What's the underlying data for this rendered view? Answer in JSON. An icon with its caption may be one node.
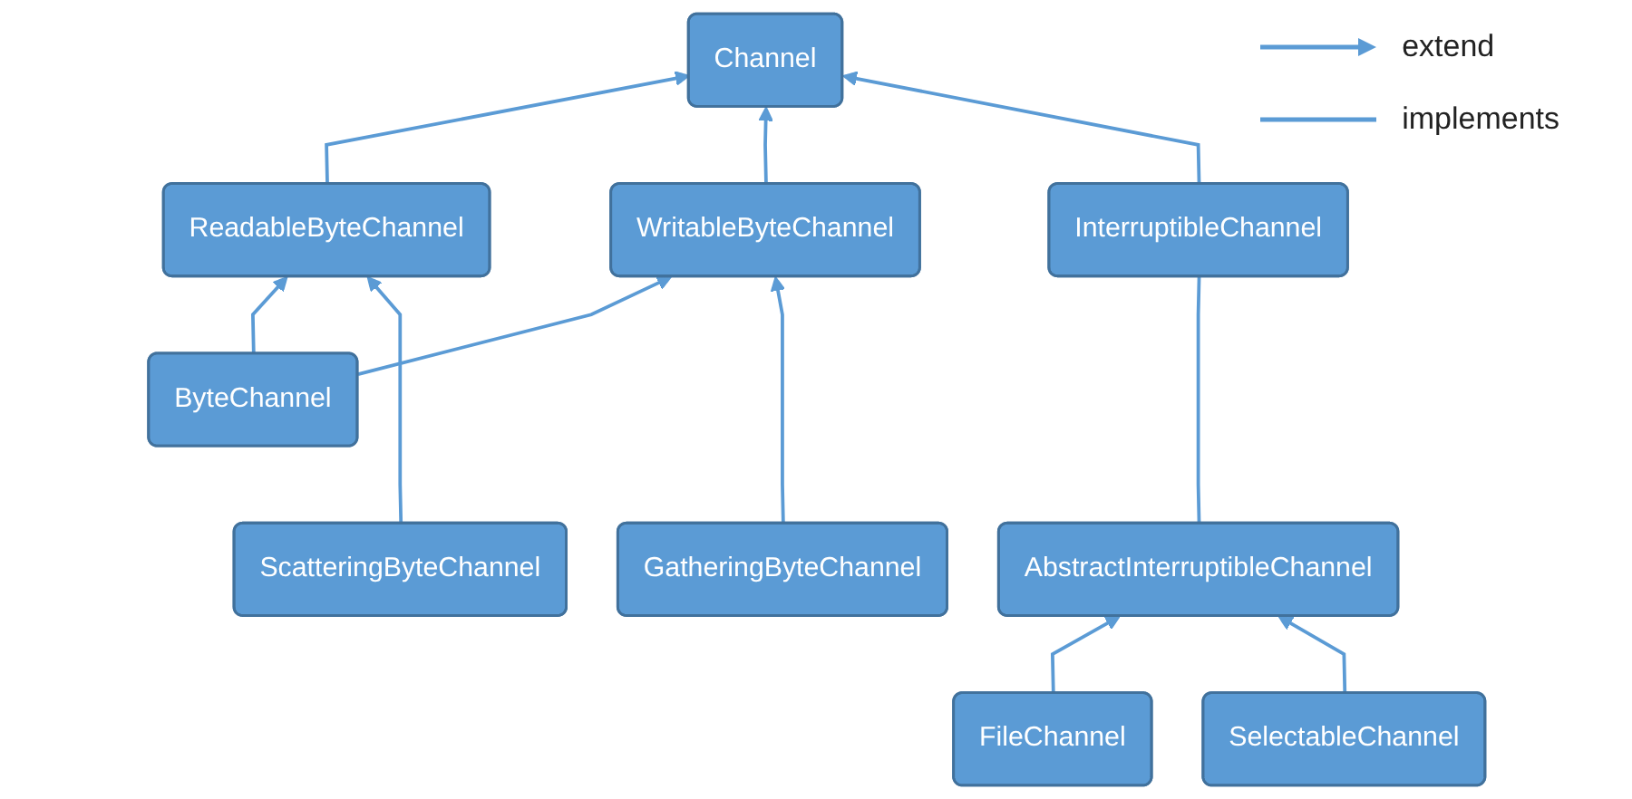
{
  "diagram": {
    "nodes": [
      {
        "text": [
          "Channel"
        ]
      },
      {
        "text": [
          "ReadableByteChannel"
        ]
      },
      {
        "text": [
          "WritableByteChannel"
        ]
      },
      {
        "text": [
          "InterruptibleChannel"
        ]
      },
      {
        "text": [
          "ByteChannel"
        ]
      },
      {
        "text": [
          "ScatteringByteChannel"
        ]
      },
      {
        "text": [
          "GatheringByteChannel"
        ]
      },
      {
        "text": [
          "AbstractInterruptibleChannel"
        ]
      },
      {
        "text": [
          "FileChannel"
        ]
      },
      {
        "text": [
          "SelectableChannel"
        ]
      }
    ],
    "edges": [
      {
        "from": 1,
        "to": 0,
        "arrow": "to"
      },
      {
        "from": 2,
        "to": 0,
        "arrow": "to"
      },
      {
        "from": 3,
        "to": 0,
        "arrow": "to"
      },
      {
        "from": 4,
        "to": 1,
        "arrow": "to"
      },
      {
        "from": 4,
        "to": 2,
        "arrow": "to"
      },
      {
        "from": 5,
        "to": 1,
        "arrow": "to"
      },
      {
        "from": 6,
        "to": 2,
        "arrow": "to"
      },
      {
        "from": 7,
        "to": 3,
        "arrow": "none"
      },
      {
        "from": 8,
        "to": 7,
        "arrow": "to"
      },
      {
        "from": 9,
        "to": 7,
        "arrow": "to"
      }
    ],
    "legend": [
      {
        "text": "extend"
      },
      {
        "text": "implements"
      }
    ]
  }
}
